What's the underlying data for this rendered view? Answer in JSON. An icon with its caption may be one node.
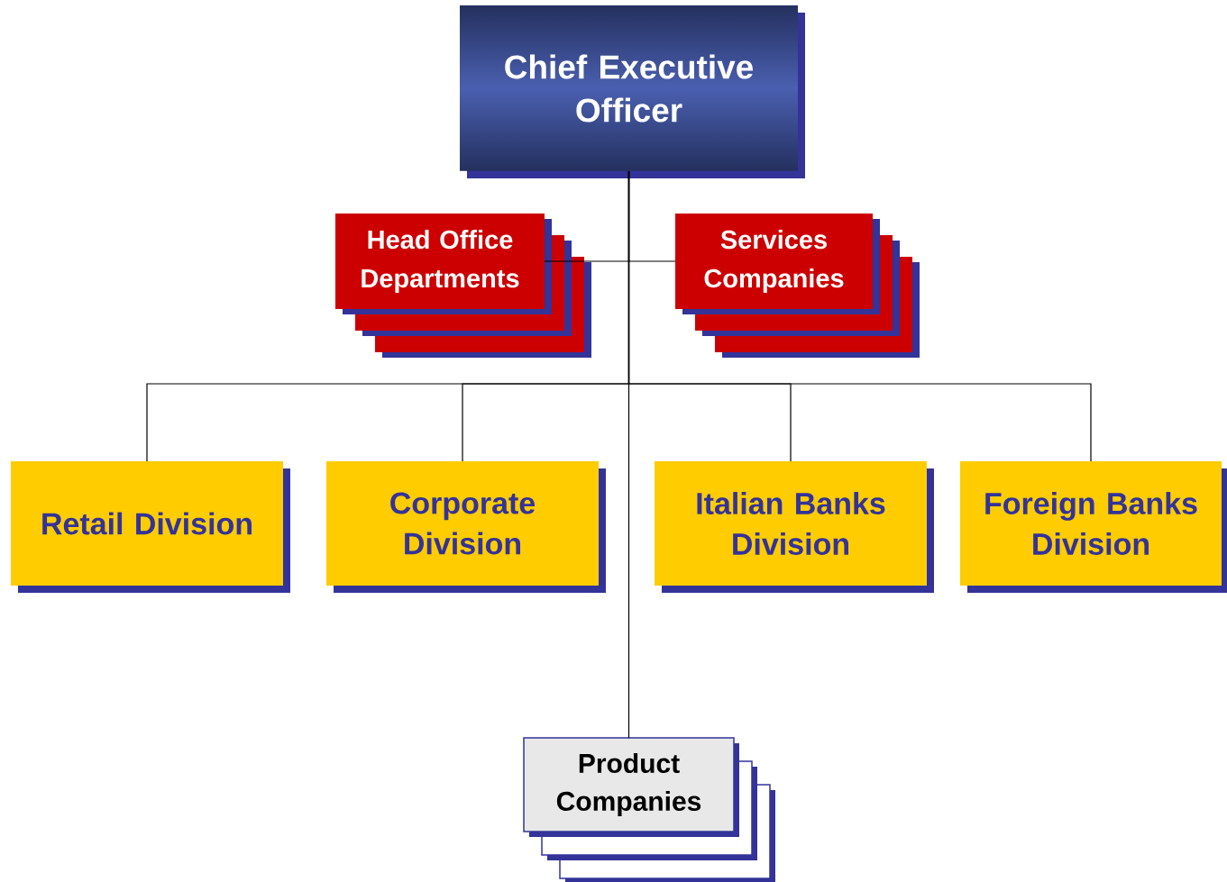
{
  "diagram": {
    "nodes": [
      {
        "text": [
          "Chief Executive Officer"
        ]
      },
      {
        "text": [
          "Head Office Departments"
        ]
      },
      {
        "text": [
          "Services Companies"
        ]
      },
      {
        "text": [
          "Retail Division"
        ]
      },
      {
        "text": [
          "Corporate Division"
        ]
      },
      {
        "text": [
          "Italian Banks Division"
        ]
      },
      {
        "text": [
          "Foreign Banks Division"
        ]
      },
      {
        "text": [
          "Product Companies"
        ]
      }
    ],
    "edges": [
      {
        "from": 0,
        "to": 1,
        "arrow": "none"
      },
      {
        "from": 0,
        "to": 2,
        "arrow": "none"
      },
      {
        "from": 0,
        "to": 3,
        "arrow": "none"
      },
      {
        "from": 0,
        "to": 4,
        "arrow": "none"
      },
      {
        "from": 0,
        "to": 5,
        "arrow": "none"
      },
      {
        "from": 0,
        "to": 6,
        "arrow": "none"
      },
      {
        "from": 0,
        "to": 7,
        "arrow": "none"
      }
    ]
  }
}
